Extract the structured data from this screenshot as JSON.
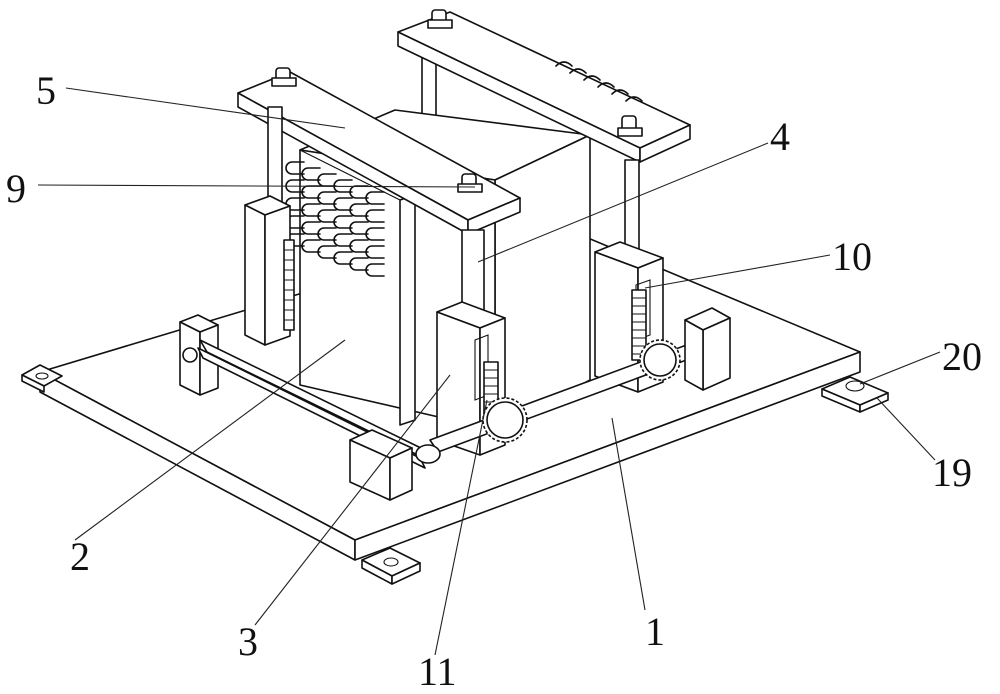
{
  "figure": {
    "type": "patent isometric line drawing",
    "labels": [
      {
        "id": "label-1",
        "text": "1"
      },
      {
        "id": "label-2",
        "text": "2"
      },
      {
        "id": "label-3",
        "text": "3"
      },
      {
        "id": "label-4",
        "text": "4"
      },
      {
        "id": "label-5",
        "text": "5"
      },
      {
        "id": "label-9",
        "text": "9"
      },
      {
        "id": "label-10",
        "text": "10"
      },
      {
        "id": "label-11",
        "text": "11"
      },
      {
        "id": "label-19",
        "text": "19"
      },
      {
        "id": "label-20",
        "text": "20"
      }
    ],
    "colors": {
      "line": "#111111",
      "background": "#ffffff"
    }
  }
}
